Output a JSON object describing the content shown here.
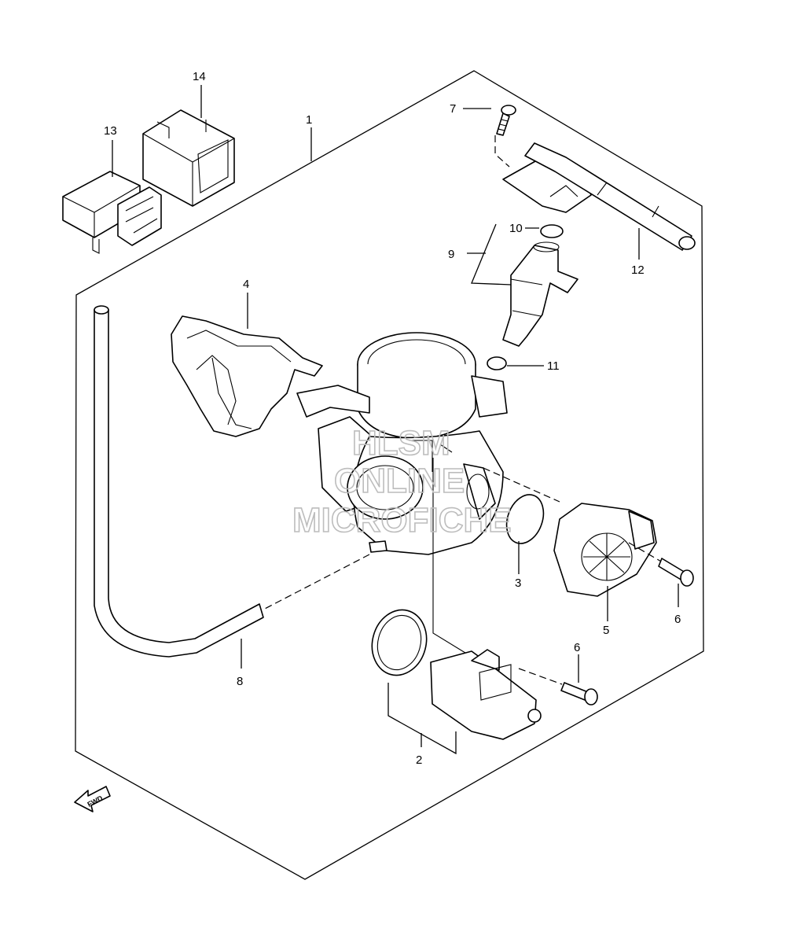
{
  "callouts": [
    {
      "id": "1",
      "text": "1"
    },
    {
      "id": "2",
      "text": "2"
    },
    {
      "id": "3",
      "text": "3"
    },
    {
      "id": "4",
      "text": "4"
    },
    {
      "id": "5",
      "text": "5"
    },
    {
      "id": "6a",
      "text": "6"
    },
    {
      "id": "6b",
      "text": "6"
    },
    {
      "id": "7",
      "text": "7"
    },
    {
      "id": "8",
      "text": "8"
    },
    {
      "id": "9",
      "text": "9"
    },
    {
      "id": "10",
      "text": "10"
    },
    {
      "id": "11",
      "text": "11"
    },
    {
      "id": "12",
      "text": "12"
    },
    {
      "id": "13",
      "text": "13"
    },
    {
      "id": "14",
      "text": "14"
    }
  ],
  "watermark": {
    "line1": "HLSM",
    "line2": "ONLINE",
    "line3": "MICROFICHE"
  },
  "fwd_arrow": {
    "text": "FWD"
  }
}
